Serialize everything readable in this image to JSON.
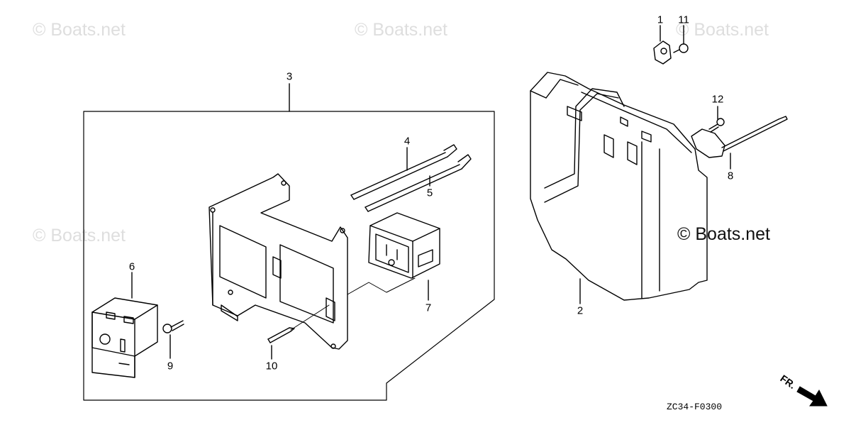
{
  "watermarks": [
    {
      "text": "© Boats.net"
    },
    {
      "text": "© Boats.net"
    },
    {
      "text": "© Boats.net"
    },
    {
      "text": "© Boats.net"
    },
    {
      "text": "© Boats.net"
    }
  ],
  "callouts": {
    "p1": "1",
    "p2": "2",
    "p3": "3",
    "p4": "4",
    "p5": "5",
    "p6": "6",
    "p7": "7",
    "p8": "8",
    "p9": "9",
    "p10": "10",
    "p11": "11",
    "p12": "12"
  },
  "diagram_code": "ZC34-F0300",
  "direction_label": "FR."
}
